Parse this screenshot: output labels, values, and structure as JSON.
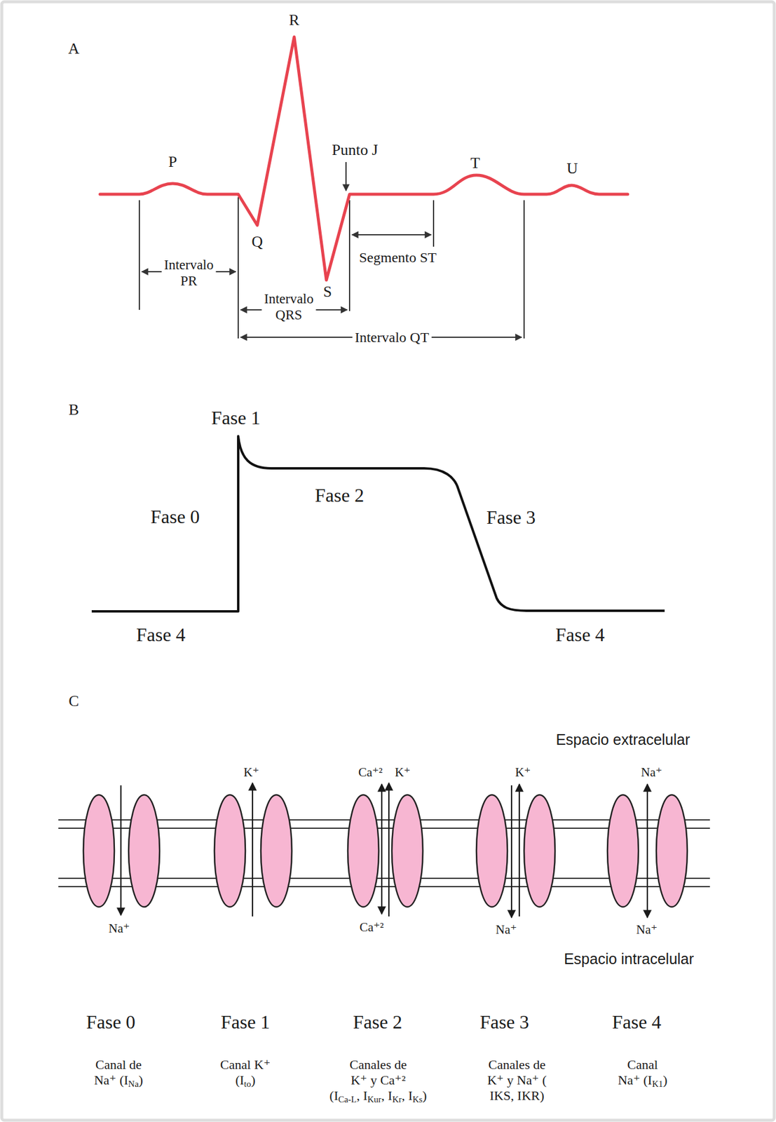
{
  "diagram": {
    "labels": [
      "A",
      "R",
      "P",
      "Punto J",
      "T",
      "U",
      "Q",
      "Intervalo PR",
      "Segmento ST",
      "S",
      "Intervalo QRS",
      "Intervalo QT",
      "B",
      "Fase 1",
      "Fase 2",
      "Fase 0",
      "Fase 3",
      "Fase 4",
      "Fase 4",
      "C",
      "Espacio extracelular",
      "K⁺",
      "Ca⁺²",
      "K⁺",
      "K⁺",
      "Na⁺",
      "Na⁺",
      "Ca⁺²",
      "Na⁺",
      "Na⁺",
      "Espacio intracelular",
      "Fase 0",
      "Fase 1",
      "Fase 2",
      "Fase 3",
      "Fase 4",
      "Canal de Na⁺ (INa)",
      "Canal K⁺ (Ito)",
      "Canales de K⁺ y Ca⁺² (ICa-L, IKur, IKr, IKs)",
      "Canales de K⁺ y Na⁺ (IKS, IKR)",
      "Canal Na⁺ (IK1)"
    ]
  }
}
